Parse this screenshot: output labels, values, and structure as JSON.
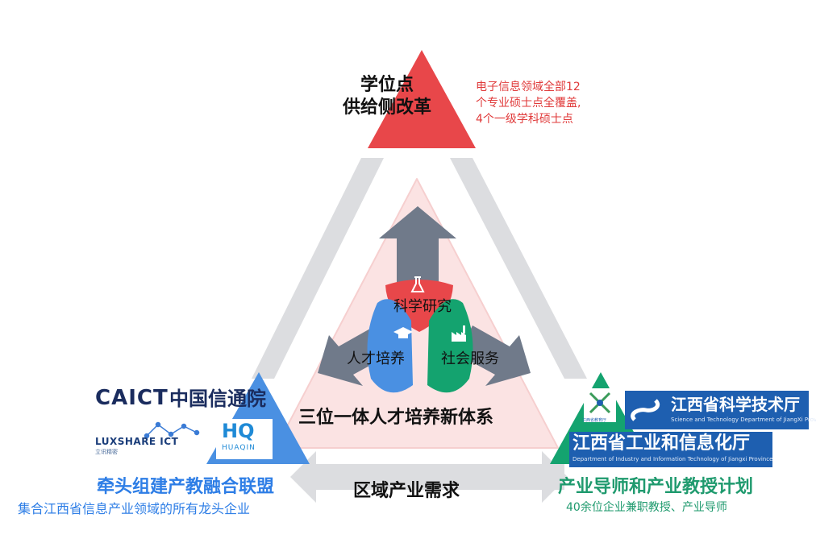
{
  "top": {
    "title_line1": "学位点",
    "title_line2": "供给侧改革",
    "note_line1": "电子信息领域全部12",
    "note_line2": "个专业硕士点全覆盖,",
    "note_line3": "4个一级学科硕士点"
  },
  "center": {
    "petal_red": "科学研究",
    "petal_blue": "人才培养",
    "petal_green": "社会服务",
    "title": "三位一体人才培养新体系"
  },
  "bottom_center": "区域产业需求",
  "left": {
    "logo_caict_en": "CAICT",
    "logo_caict_cn": "中国信通院",
    "logo_lux": "LUXSHARE ICT",
    "logo_lux_sub": "立讯精密",
    "logo_hq": "HQ",
    "logo_hq_sub": "HUAQIN",
    "title": "牵头组建产教融合联盟",
    "subtitle": "集合江西省信息产业领域的所有龙头企业"
  },
  "right": {
    "logo_small_caption": "江西省教育厅",
    "logo_sci_cn": "江西省科学技术厅",
    "logo_sci_en": "Science and Technology Department of JiangXi Province",
    "logo_ind_cn": "江西省工业和信息化厅",
    "logo_ind_en": "Department of Industry and Information Technology of Jiangxi Province",
    "title": "产业导师和产业教授计划",
    "subtitle": "40余位企业兼职教授、产业导师"
  },
  "colors": {
    "red": "#e8474a",
    "blue": "#4a90e2",
    "green": "#14a36f",
    "arrow_gray": "#707a8a",
    "light_gray": "#dcdde0",
    "pink_bg": "#fbe3e3"
  }
}
